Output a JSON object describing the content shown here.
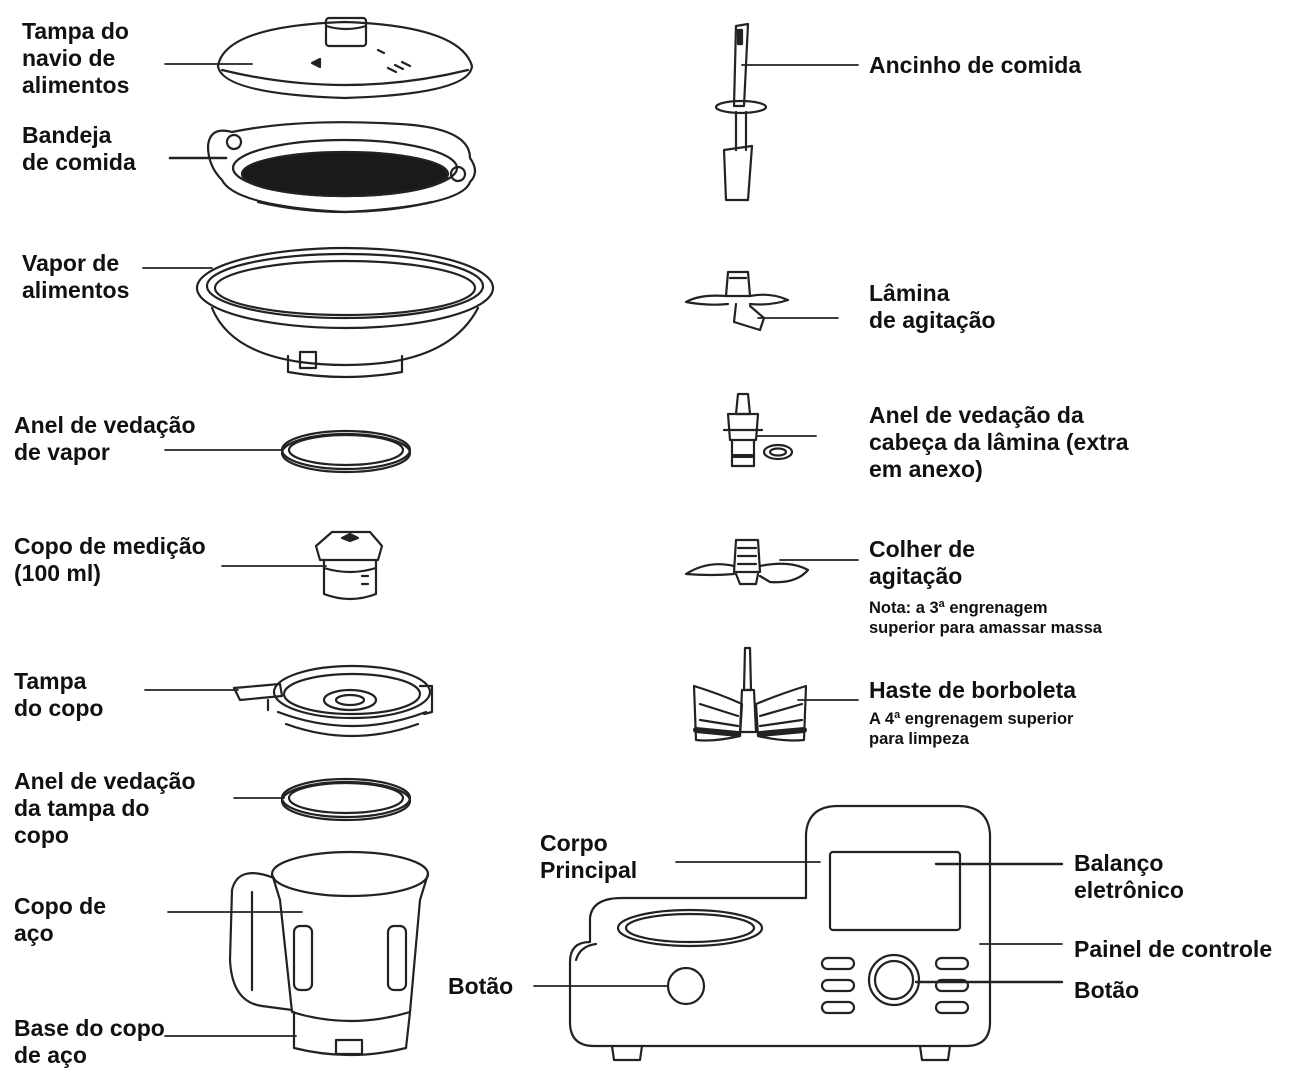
{
  "labels": {
    "food_vessel_lid": "Tampa do\nnavio de\nalimentos",
    "food_tray": "Bandeja\nde comida",
    "food_steamer": "Vapor de\nalimentos",
    "steam_seal_ring": "Anel de vedação\nde vapor",
    "measuring_cup": "Copo de medição\n(100 ml)",
    "cup_lid": "Tampa\ndo copo",
    "cup_lid_seal_ring": "Anel de vedação\nda tampa do\ncopo",
    "steel_cup": "Copo de\naço",
    "steel_cup_base": "Base do copo\nde aço",
    "food_rake": "Ancinho de comida",
    "stirring_blade": "Lâmina\nde agitação",
    "blade_head_seal_ring": "Anel de vedação da\ncabeça da lâmina (extra\nem anexo)",
    "stirring_spoon": "Colher de\nagitação",
    "stirring_spoon_note": "Nota: a 3ª engrenagem\nsuperior para amassar massa",
    "butterfly_rod": "Haste de borboleta",
    "butterfly_rod_note": "A 4ª engrenagem superior\npara limpeza",
    "main_body": "Corpo\nPrincipal",
    "electronic_scale": "Balanço\neletrônico",
    "control_panel": "Painel de controle",
    "button_left": "Botão",
    "button_right": "Botão"
  }
}
